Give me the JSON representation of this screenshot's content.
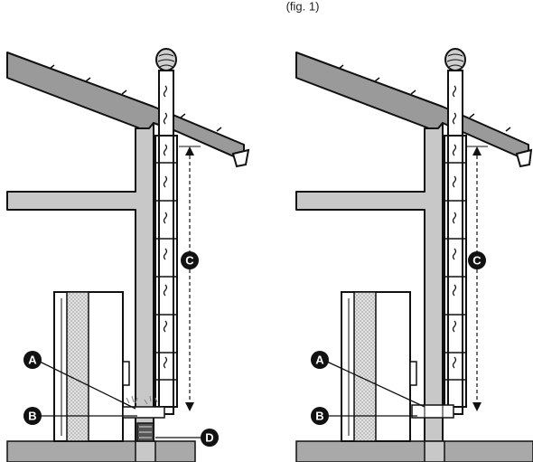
{
  "figure": {
    "caption_fragment": "(fig. 1)",
    "colors": {
      "wall": "#c8c8c8",
      "roof": "#9a9a9a",
      "ground": "#a9a9a9",
      "stove_dots": "#bdbdbd",
      "line": "#111111",
      "callout_fill": "#111111",
      "callout_text": "#ffffff"
    },
    "left_panel": {
      "callouts": {
        "a": "A",
        "b": "B",
        "c": "C",
        "d": "D"
      }
    },
    "right_panel": {
      "callouts": {
        "a": "A",
        "b": "B",
        "c": "C"
      }
    }
  }
}
